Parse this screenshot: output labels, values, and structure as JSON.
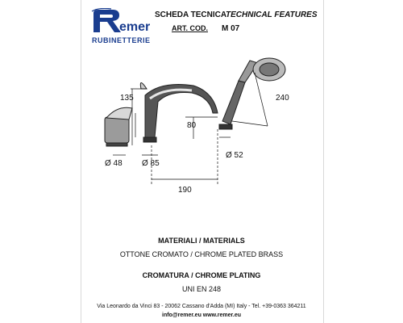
{
  "brand": {
    "logo_text": "Remer",
    "logo_subtitle": "RUBINETTERIE"
  },
  "header": {
    "it_title": "SCHEDA TECNICA",
    "en_title": "TECHNICAL FEATURES",
    "art_label": "ART. COD.",
    "art_code": "M 07"
  },
  "dimensions": {
    "d_135": "135",
    "d_240": "240",
    "d_80": "80",
    "d_48": "Ø 48",
    "d_85": "Ø 85",
    "d_52": "Ø 52",
    "d_190": "190"
  },
  "specs": {
    "materials_heading": "MATERIALI / MATERIALS",
    "materials_value": "OTTONE CROMATO / CHROME PLATED BRASS",
    "plating_heading": "CROMATURA / CHROME PLATING",
    "standard": "UNI EN 248"
  },
  "footer": {
    "address": "Via Leonardo da Vinci 83 - 20062 Cassano d'Adda (MI) Italy - Tel. +39-0363 364211",
    "contact": "info@remer.eu     www.remer.eu"
  },
  "colors": {
    "brand_blue": "#1a3d8f",
    "chrome_dark": "#333333"
  }
}
